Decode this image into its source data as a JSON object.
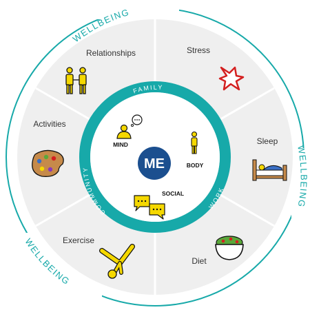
{
  "wellbeing": {
    "labels": [
      "WELLBEING",
      "WELLBEING",
      "WELLBEING"
    ]
  },
  "segments": [
    {
      "label": "Relationships",
      "icon": "two-people-icon"
    },
    {
      "label": "Stress",
      "icon": "stress-burst-icon"
    },
    {
      "label": "Sleep",
      "icon": "bed-icon"
    },
    {
      "label": "Diet",
      "icon": "salad-bowl-icon"
    },
    {
      "label": "Exercise",
      "icon": "cartwheel-person-icon"
    },
    {
      "label": "Activities",
      "icon": "paint-palette-icon"
    }
  ],
  "ring": {
    "family": "FAMILY",
    "work": "WORK",
    "community": "COMMUNITY"
  },
  "center": {
    "me": "ME",
    "mind": "MIND",
    "body": "BODY",
    "social": "SOCIAL"
  },
  "colors": {
    "teal": "#17a9a9",
    "segment_bg": "#efefef",
    "center_bg": "#ffffff",
    "me_circle": "#1b4f8f",
    "icon_yellow": "#f5d800"
  }
}
